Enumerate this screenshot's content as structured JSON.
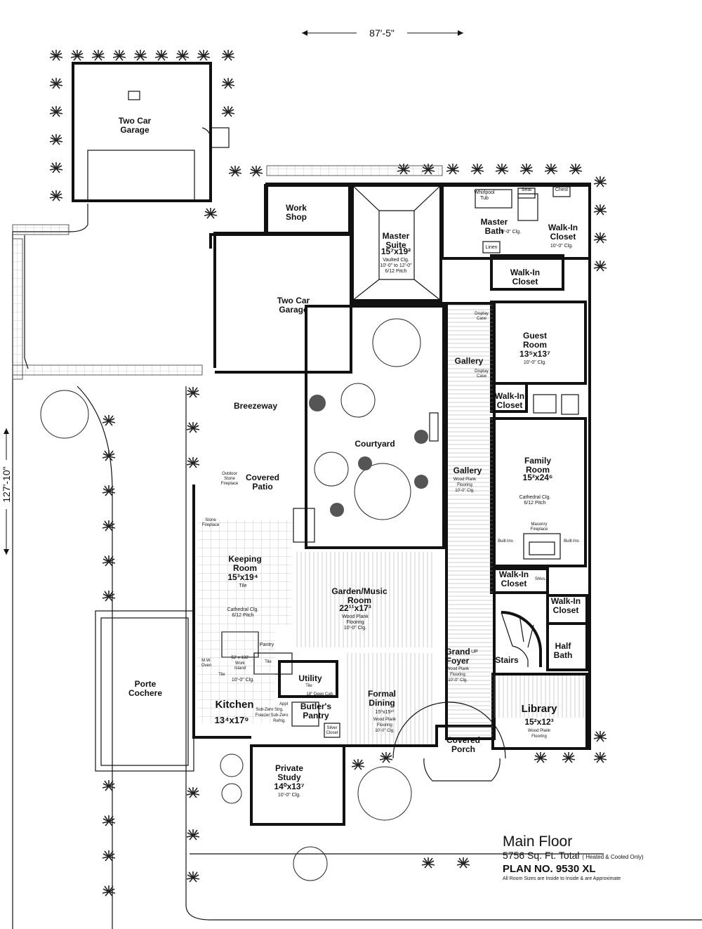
{
  "dimensions": {
    "width": "87'-5\"",
    "depth": "127'-10\""
  },
  "rooms": {
    "garage_detached": "Two Car\nGarage",
    "work_shop": "Work\nShop",
    "master_suite": {
      "name": "Master\nSuite",
      "size": "15⁷x19²",
      "note1": "Vaulted Clg.",
      "note2": "10'-0\" to 12'-0\"",
      "note3": "6/12 Pitch"
    },
    "master_bath": {
      "name": "Master\nBath",
      "note": "10'-0\" Clg."
    },
    "whirlpool": "Whirlpool\nTub",
    "seat": "Seat",
    "chest": "Chest",
    "linen": "Linen",
    "walkin_master1": {
      "name": "Walk-In\nCloset",
      "note": "10'-0\" Clg."
    },
    "walkin_master2": "Walk-In\nCloset",
    "garage_attached": "Two Car\nGarage",
    "display_case1": "Display\nCase",
    "display_case2": "Display\nCase",
    "gallery_upper": "Gallery",
    "guest_room": {
      "name": "Guest\nRoom",
      "size": "13⁵x13⁷",
      "note": "10'-0\" Clg."
    },
    "walkin_guest": "Walk-In\nCloset",
    "breezeway": "Breezeway",
    "courtyard": "Courtyard",
    "outdoor_fireplace": "Outdoor\nStone\nFireplace",
    "covered_patio": "Covered\nPatio",
    "gallery_lower": {
      "name": "Gallery",
      "note1": "Wood Plank",
      "note2": "Flooring",
      "note3": "10'-0\" Clg."
    },
    "family_room": {
      "name": "Family\nRoom",
      "size": "15²x24⁶",
      "note1": "Cathedral Clg.",
      "note2": "6/12 Pitch",
      "fireplace": "Masonry\nFireplace",
      "builtins_left": "Built-Ins",
      "builtins_right": "Built-Ins"
    },
    "stone_fireplace": "Stone\nFireplace",
    "keeping_room": {
      "name": "Keeping\nRoom",
      "size": "15³x19⁴",
      "note": "Tile",
      "note2": "Cathedral Clg.",
      "note3": "6/12 Pitch"
    },
    "garden_music": {
      "name": "Garden/Music\nRoom",
      "size": "22¹¹x17³",
      "note1": "Wood Plank",
      "note2": "Flooring",
      "note3": "10'-0\" Clg."
    },
    "walkin_family": {
      "name": "Walk-In\nCloset",
      "shelves": "Shlvs."
    },
    "walkin_stair": "Walk-In\nCloset",
    "pantry": "Pantry",
    "work_island": {
      "size": "52' x 132'",
      "name": "Work\nIsland",
      "tile": "Tile"
    },
    "mw_oven": "M.W.\nOven",
    "kitchen_tile": "Tile",
    "kitchen_clg": "10'-0\" Clg.",
    "utility": {
      "name": "Utility",
      "note": "Tile",
      "cab": "18\" Deep Cab."
    },
    "grand_foyer": {
      "name": "Grand\nFoyer",
      "up": "UP",
      "note1": "Wood Plank",
      "note2": "Flooring",
      "note3": "10'-0\" Clg."
    },
    "stairs": "Stairs",
    "half_bath": "Half\nBath",
    "porte_cochere": "Porte\nCochere",
    "kitchen": {
      "name": "Kitchen",
      "size": "13⁴x17⁹",
      "appl": "Appl",
      "subzero1": "Sub-Zero Strg.",
      "freezer": "Freezer",
      "subzero2": "Sub-Zero",
      "refrig": "Refrig."
    },
    "butlers_pantry": "Butler's\nPantry",
    "silver_closet": "Silver\nCloset",
    "formal_dining": {
      "name": "Formal\nDining",
      "size": "15⁰x15¹⁰",
      "note1": "Wood Plank",
      "note2": "Flooring",
      "note3": "10'-0\" Clg."
    },
    "covered_porch": "Covered\nPorch",
    "library": {
      "name": "Library",
      "size": "15²x12³",
      "note1": "Wood Plank",
      "note2": "Flooring"
    },
    "private_study": {
      "name": "Private\nStudy",
      "size": "14⁰x13⁷",
      "note": "10'-0\" Clg."
    }
  },
  "legend": {
    "title": "Main Floor",
    "area": "5756 Sq. Ft. Total",
    "area_note": "( Heated & Cooled Only)",
    "plan": "PLAN NO. 9530",
    "plan_suffix": "XL",
    "disclaimer": "All Room Sizes are Inside to Inside & are Approximate"
  }
}
